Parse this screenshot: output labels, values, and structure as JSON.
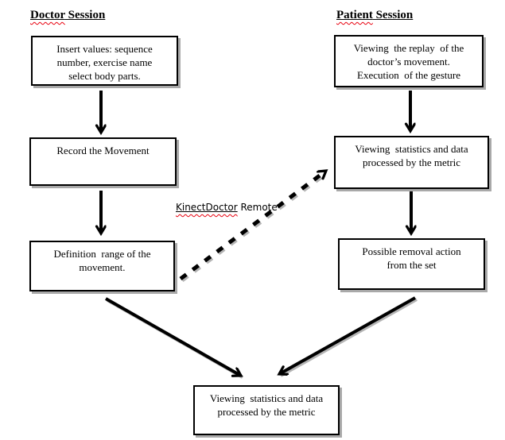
{
  "diagram": {
    "headings": {
      "doctor": {
        "word": "Doctor",
        "rest": " Session"
      },
      "patient": {
        "word": "Patient",
        "rest": " Session"
      }
    },
    "boxes": {
      "insert_values": "Insert values: sequence\nnumber, exercise name\nselect body parts.",
      "record_movement": "Record the Movement",
      "definition_range": "Definition  range of the\nmovement.",
      "viewing_replay": "Viewing  the replay  of the\ndoctor’s movement.\nExecution  of the gesture",
      "viewing_statistics_patient": "Viewing  statistics and data\nprocessed by the metric",
      "possible_removal": "Possible removal action\nfrom the set",
      "viewing_statistics_final": "Viewing  statistics and data\nprocessed by the metric"
    },
    "connector_label": {
      "word": "KinectDoctor",
      "rest": " Remote"
    },
    "colors": {
      "background": "#ffffff",
      "box_fill": "#ffffff",
      "box_border": "#000000",
      "box_shadow": "#a9a9a9",
      "arrow": "#000000",
      "spellcheck_underline": "#e8000d",
      "text": "#000000"
    }
  }
}
